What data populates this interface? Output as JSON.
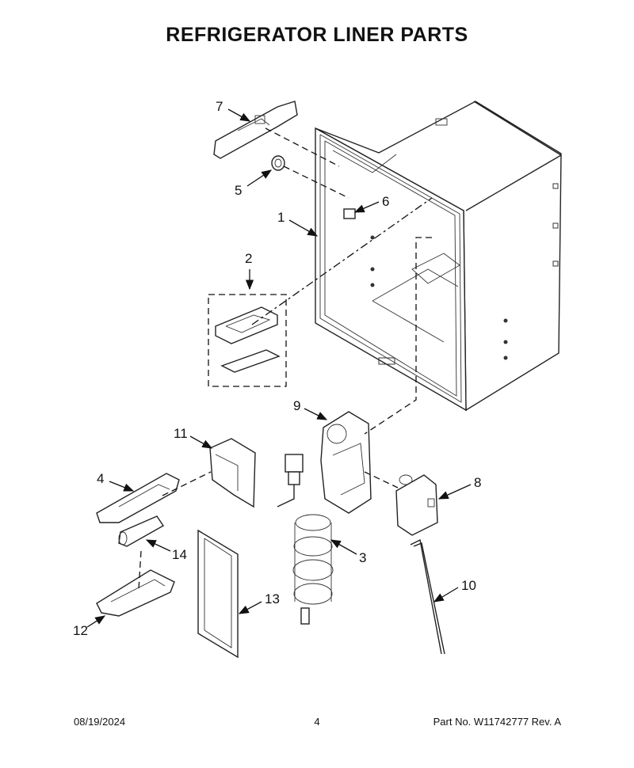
{
  "title": "REFRIGERATOR LINER PARTS",
  "callouts": {
    "c1": "1",
    "c2": "2",
    "c3": "3",
    "c4": "4",
    "c5": "5",
    "c6": "6",
    "c7": "7",
    "c8": "8",
    "c9": "9",
    "c10": "10",
    "c11": "11",
    "c12": "12",
    "c13": "13",
    "c14": "14"
  },
  "footer": {
    "date": "08/19/2024",
    "page": "4",
    "part": "Part No.  W11742777  Rev.  A"
  }
}
